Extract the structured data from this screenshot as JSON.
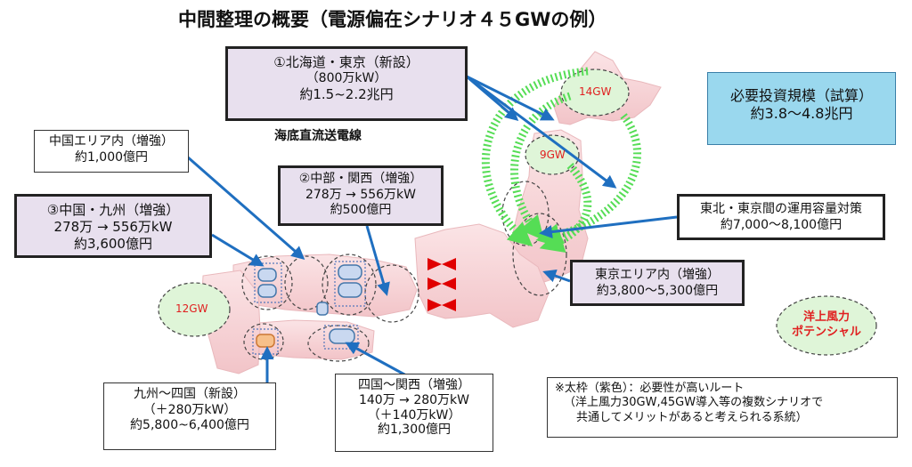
{
  "title": "中間整理の概要（電源偏在シナリオ４５GWの例）",
  "subsea_label": "海底直流送電線",
  "boxes": {
    "hokkaido_tokyo": [
      "①北海道・東京（新設）",
      "（800万kW）",
      "約1.5~2.2兆円"
    ],
    "chugoku_area": [
      "中国エリア内（増強）",
      "約1,000億円"
    ],
    "chubu_kansai": [
      "②中部・関西（増強）",
      "278万 → 556万kW",
      "約500億円"
    ],
    "chugoku_kyushu": [
      "③中国・九州（増強）",
      "278万 → 556万kW",
      "約3,600億円"
    ],
    "investment": [
      "必要投資規模（試算）",
      "約3.8～4.8兆円"
    ],
    "tohoku_tokyo": [
      "東北・東京間の運用容量対策",
      "約7,000～8,100億円"
    ],
    "tokyo_area": [
      "東京エリア内（増強）",
      "約3,800～5,300億円"
    ],
    "kyushu_shikoku": [
      "九州～四国（新設）",
      "（＋280万kW）",
      "約5,800~6,400億円"
    ],
    "shikoku_kansai": [
      "四国～関西（増強）",
      "140万 → 280万kW",
      "（＋140万kW）",
      "約1,300億円"
    ],
    "note": [
      "※太枠（紫色）：必要性が高いルート",
      "（洋上風力30GW,45GW導入等の複数シナリオで",
      "共通してメリットがあると考えられる系統）"
    ]
  },
  "gw_labels": {
    "hokkaido": "14GW",
    "tohoku": "9GW",
    "kyushu": "12GW"
  },
  "offshore_badge": [
    "洋上風力",
    "ポテンシャル"
  ],
  "colors": {
    "purple_box": "#e8e0ee",
    "white_box": "#ffffff",
    "cyan_box": "#9ad8ee",
    "land": "#f5d3d5",
    "gw_ellipse": "#dff5d8",
    "gw_text": "#e02020",
    "arrow_blue": "#1f6fc0",
    "arrow_green": "#55dd55",
    "converter_red": "#e00000"
  }
}
